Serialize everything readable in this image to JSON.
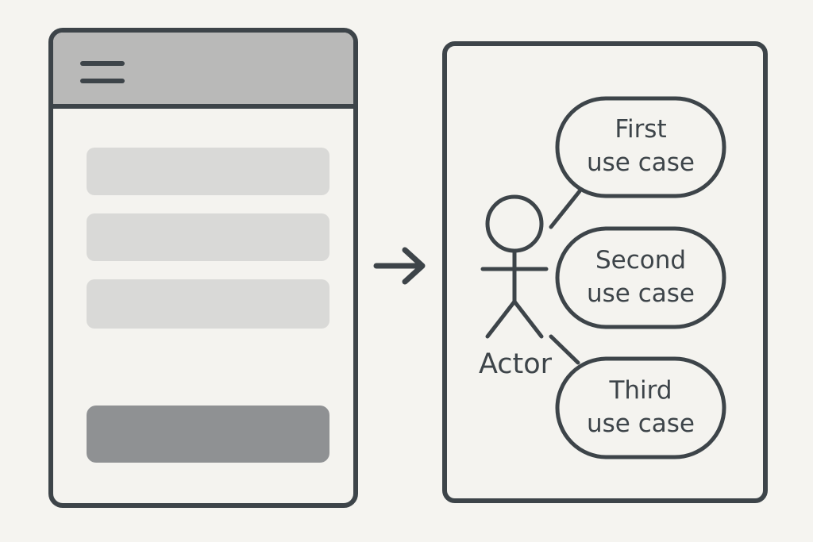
{
  "colors": {
    "background": "#f5f4f0",
    "stroke": "#3d4449",
    "header_fill": "#b9b9b8",
    "placeholder_fill": "#d9d9d7",
    "button_fill": "#8f9193"
  },
  "wireframe": {
    "header_icon": "hamburger-menu-icon",
    "placeholder_count": 3,
    "has_button": true
  },
  "transition_icon": "right-arrow-icon",
  "use_case_diagram": {
    "actor": {
      "label": "Actor",
      "icon": "stick-figure-icon"
    },
    "use_cases": [
      {
        "line1": "First",
        "line2": "use case"
      },
      {
        "line1": "Second",
        "line2": "use case"
      },
      {
        "line1": "Third",
        "line2": "use case"
      }
    ]
  }
}
